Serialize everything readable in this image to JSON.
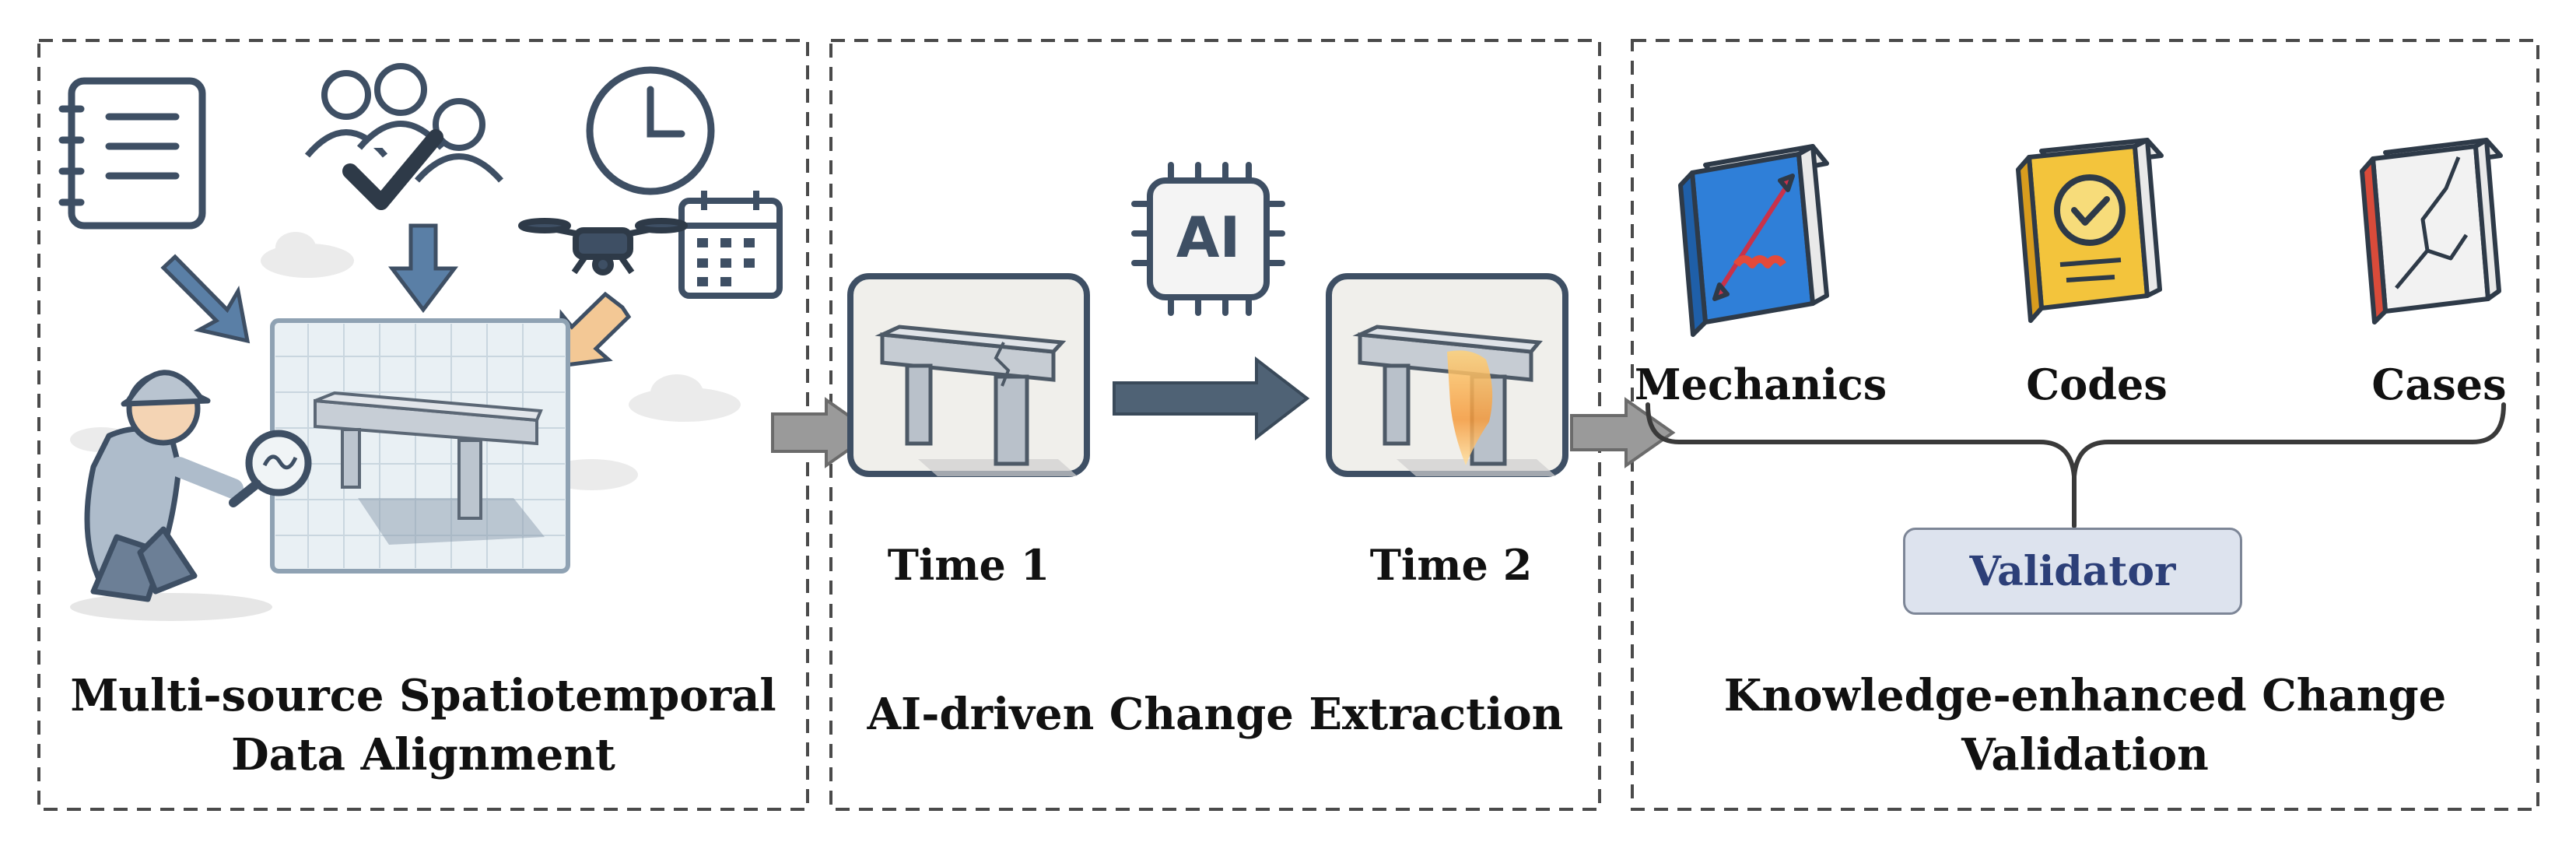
{
  "panels": [
    {
      "caption_line1": "Multi-source Spatiotemporal",
      "caption_line2": "Data Alignment"
    },
    {
      "caption_line1": "AI-driven Change Extraction"
    },
    {
      "caption_line1": "Knowledge-enhanced Change",
      "caption_line2": "Validation"
    }
  ],
  "extraction": {
    "time1": "Time 1",
    "time2": "Time 2",
    "chip_label": "AI"
  },
  "validation": {
    "mechanics": "Mechanics",
    "codes": "Codes",
    "cases": "Cases",
    "validator": "Validator"
  },
  "colors": {
    "border": "#4a4a4a",
    "icon_stroke": "#3e4f64",
    "arrow_blue": "#5a7fa6",
    "arrow_grey": "#9a9a9a",
    "book_blue": "#2f7fd8",
    "book_yellow": "#f3c43c",
    "book_red": "#d94b3a",
    "validator_fill": "#dde3ee",
    "validator_text": "#2c3f78"
  }
}
